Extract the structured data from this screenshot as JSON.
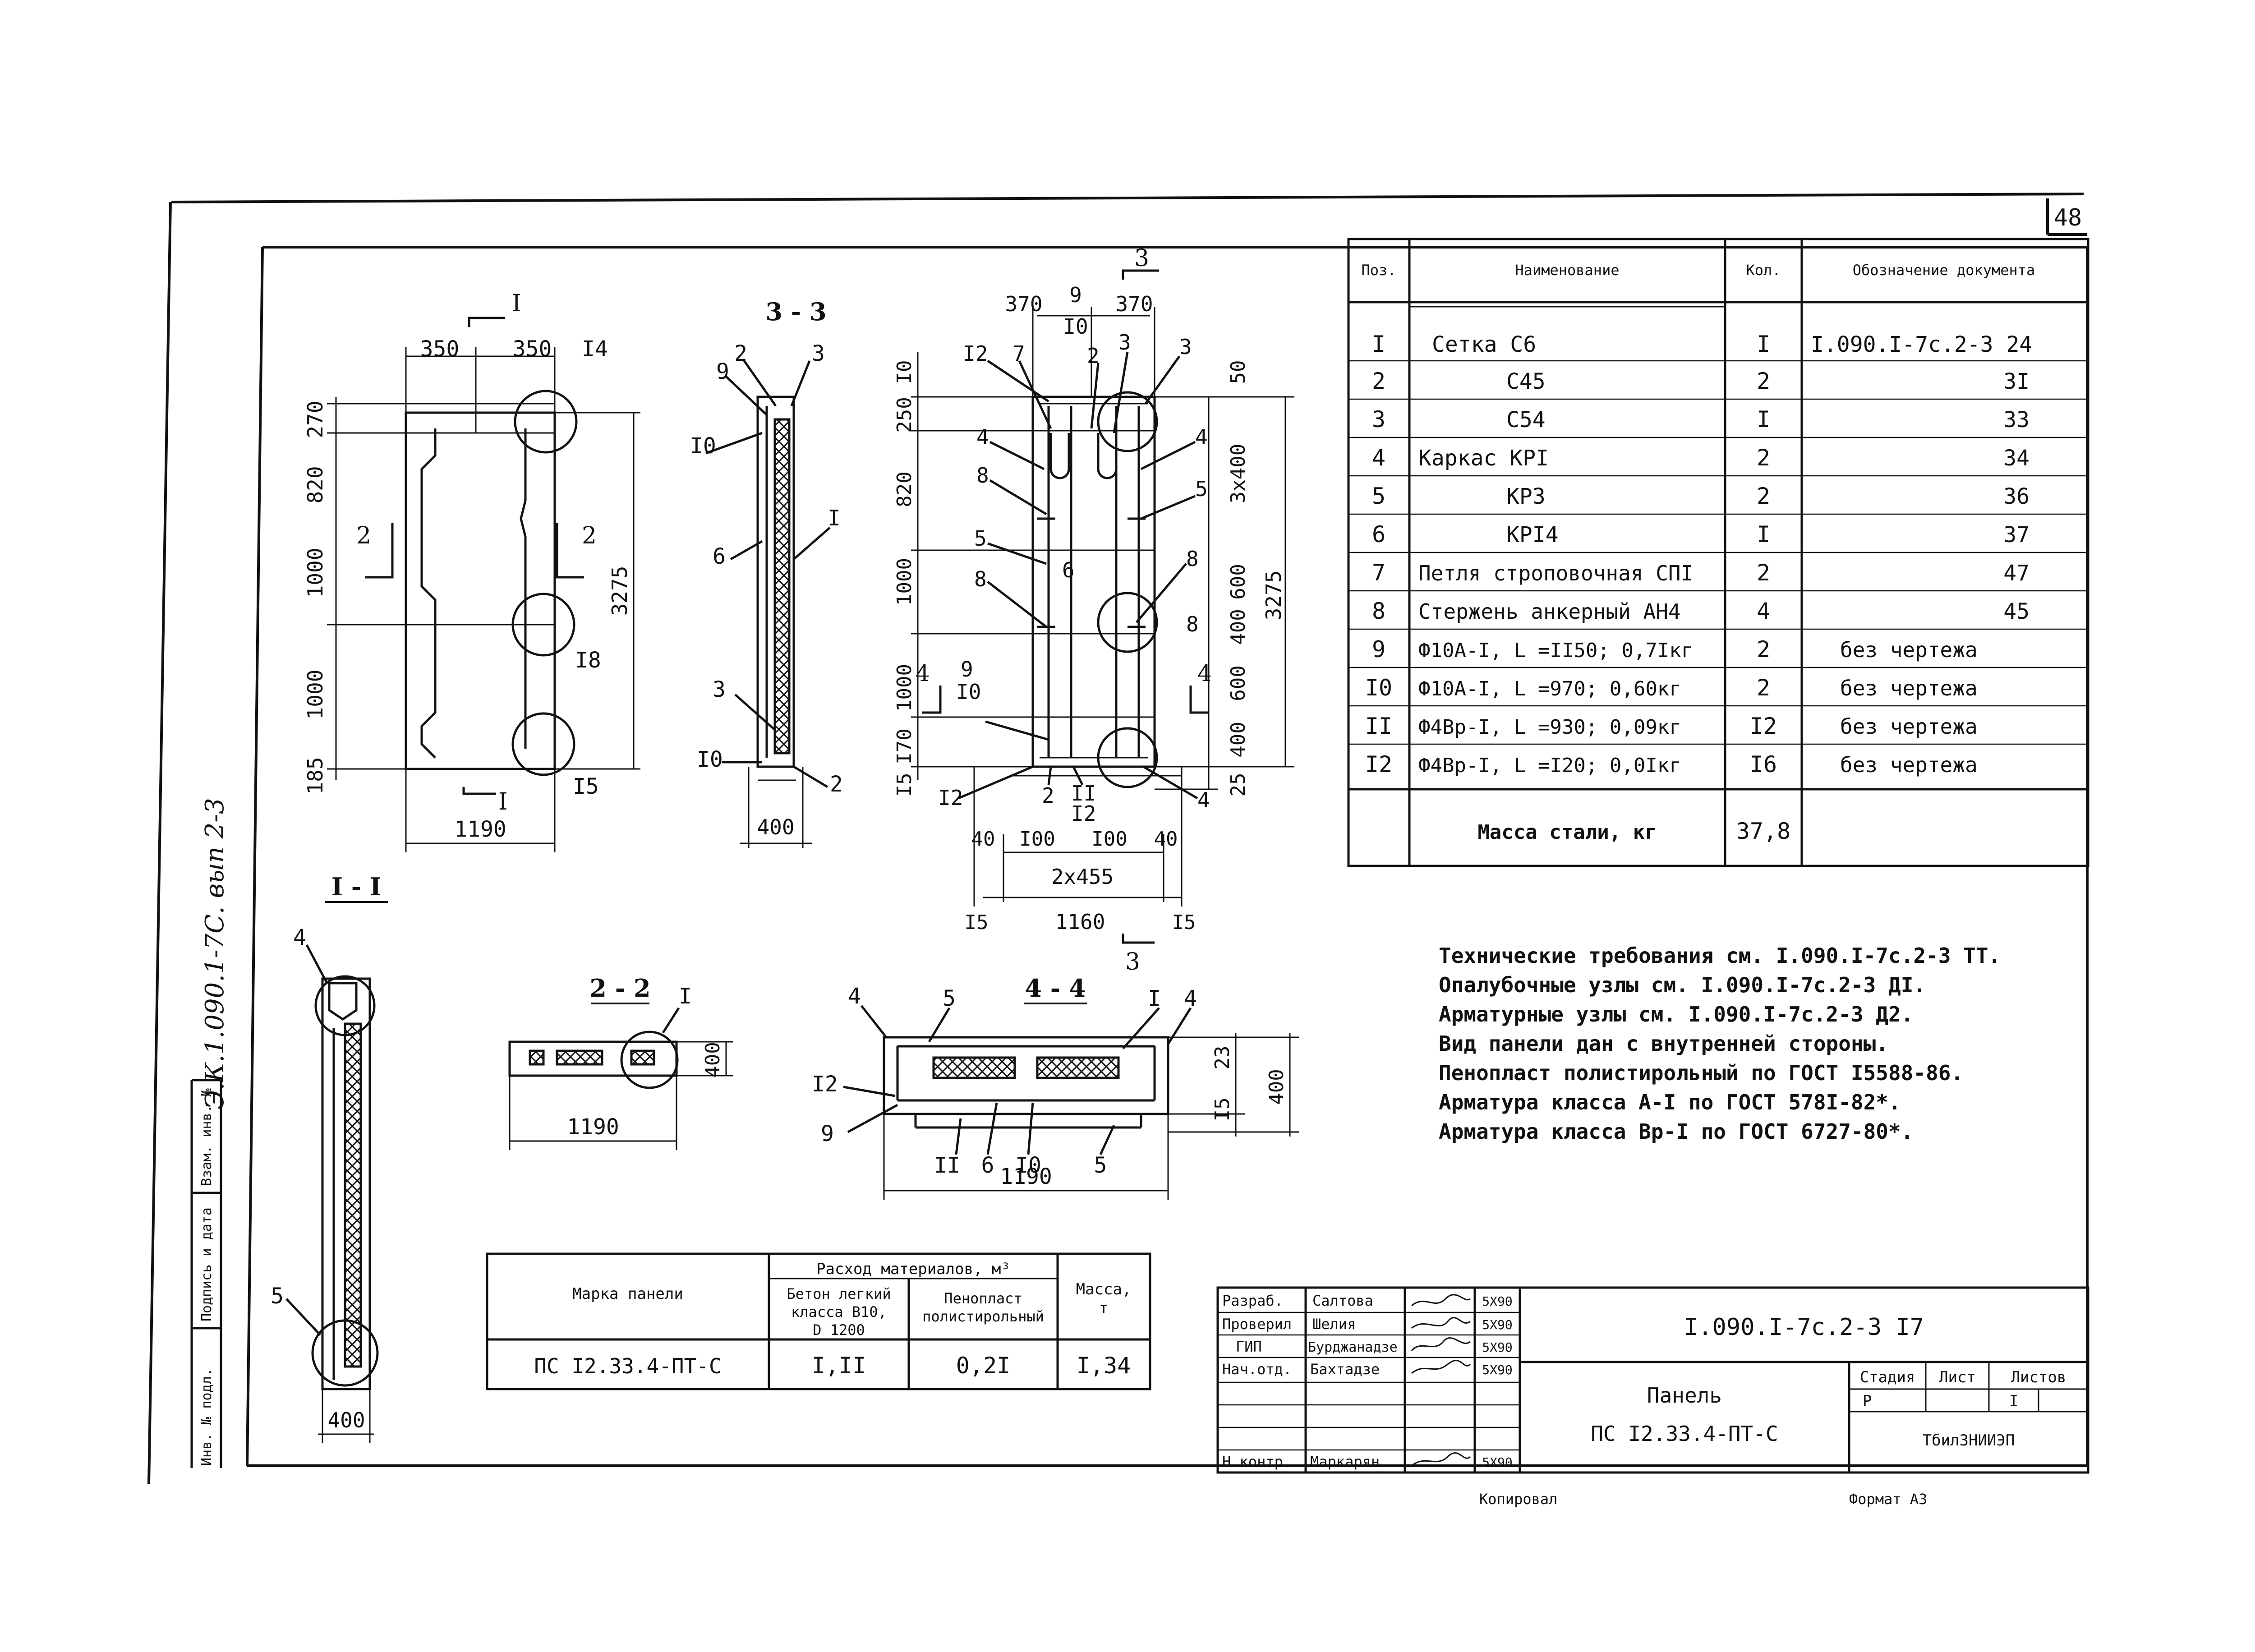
{
  "sheet_number": "48",
  "side_stamp": "Э.К.1.090.1-7С. вып 2-3",
  "side_columns": [
    "Инв. № подл.",
    "Подпись и дата",
    "Взам. инв. №"
  ],
  "views": {
    "elev": {
      "dims_top": [
        "350",
        "350"
      ],
      "dims_left": [
        "270",
        "820",
        "1000",
        "1000",
        "185"
      ],
      "dim_right": "3275",
      "dim_bottom": "1190",
      "cuts": [
        "I",
        "I",
        "2",
        "2"
      ],
      "callouts": [
        "I4",
        "I8",
        "I5"
      ]
    },
    "s33": {
      "title": "3 - 3",
      "marks": [
        "9",
        "2",
        "3",
        "I0",
        "6",
        "I",
        "3",
        "I0",
        "2"
      ],
      "dim": "400"
    },
    "main": {
      "cut": [
        "3",
        "3"
      ],
      "dims_top": [
        "370",
        "9",
        "370",
        "I0"
      ],
      "dims_left": [
        "I0",
        "250",
        "820",
        "1000",
        "1000",
        "I70",
        "I5"
      ],
      "dims_right": [
        "50",
        "3x400",
        "600",
        "400",
        "600",
        "400",
        "25"
      ],
      "dim_right_total": "3275",
      "cut4": [
        "4",
        "4"
      ],
      "dims_bottom": [
        "40",
        "I00",
        "I00",
        "40"
      ],
      "dim_inner": "2x455",
      "dims_bottom2": [
        "I5",
        "1160",
        "I5"
      ],
      "marks": [
        "I2",
        "7",
        "2",
        "3",
        "3",
        "4",
        "4",
        "8",
        "5",
        "5",
        "6",
        "8",
        "8",
        "8",
        "9",
        "I0",
        "I2",
        "2",
        "II",
        "I2",
        "4"
      ]
    },
    "s11": {
      "title": "I - I",
      "marks": [
        "4",
        "5"
      ],
      "dim": "400"
    },
    "s22": {
      "title": "2 - 2",
      "mark": "I",
      "dim_h": "400",
      "dim_w": "1190"
    },
    "s44": {
      "title": "4 - 4",
      "marks": [
        "4",
        "5",
        "I",
        "4",
        "I2",
        "9",
        "II",
        "6",
        "I0",
        "5"
      ],
      "dims_right": [
        "23",
        "I5",
        "400"
      ],
      "dim_w": "1190"
    }
  },
  "spec": {
    "headers": [
      "Поз.",
      "Наименование",
      "Кол.",
      "Обозначение документа"
    ],
    "rows": [
      [
        "I",
        "Сетка С6",
        "I",
        "I.090.I-7с.2-3 24"
      ],
      [
        "2",
        "С45",
        "2",
        "3I"
      ],
      [
        "3",
        "С54",
        "I",
        "33"
      ],
      [
        "4",
        "Каркас КРI",
        "2",
        "34"
      ],
      [
        "5",
        "КР3",
        "2",
        "36"
      ],
      [
        "6",
        "КРI4",
        "I",
        "37"
      ],
      [
        "7",
        "Петля строповочная СПI",
        "2",
        "47"
      ],
      [
        "8",
        "Стержень анкерный АН4",
        "4",
        "45"
      ],
      [
        "9",
        "Ф10А-I, L =II50; 0,7Iкг",
        "2",
        "без чертежа"
      ],
      [
        "I0",
        "Ф10А-I, L =970; 0,60кг",
        "2",
        "без чертежа"
      ],
      [
        "II",
        "Ф4Вр-I, L =930; 0,09кг",
        "I2",
        "без чертежа"
      ],
      [
        "I2",
        "Ф4Вр-I, L =I20; 0,0Iкг",
        "I6",
        "без чертежа"
      ]
    ],
    "mass_label": "Масса стали, кг",
    "mass_value": "37,8"
  },
  "notes": [
    "Технические требования см. I.090.I-7с.2-3 ТТ.",
    "Опалубочные узлы см. I.090.I-7с.2-3 ДI.",
    "Арматурные узлы см. I.090.I-7с.2-3 Д2.",
    "Вид панели дан с внутренней стороны.",
    "Пенопласт полистирольный по ГОСТ I5588-86.",
    "Арматура класса А-I по ГОСТ 578I-82*.",
    "Арматура класса Вр-I по ГОСТ 6727-80*."
  ],
  "materials": {
    "h_mark": "Марка панели",
    "h_group": "Расход материалов, м³",
    "h_concrete": [
      "Бетон легкий",
      "класса В10,",
      "D 1200"
    ],
    "h_foam": [
      "Пенопласт",
      "полистирольный"
    ],
    "h_mass": [
      "Масса,",
      "т"
    ],
    "row": [
      "ПС I2.33.4-ПТ-С",
      "I,II",
      "0,2I",
      "I,34"
    ]
  },
  "title_block": {
    "roles": [
      "Разраб.",
      "Проверил",
      "ГИП",
      "Нач.отд.",
      "Н.контр."
    ],
    "names": [
      "Салтова",
      "Шелия",
      "Бурджанадзе",
      "Бахтадзе",
      "Маркарян"
    ],
    "dates": [
      "5X90",
      "5X90",
      "5X90",
      "5X90",
      "5X90"
    ],
    "doc_code": "I.090.I-7с.2-3 I7",
    "title": [
      "Панель",
      "ПС I2.33.4-ПТ-С"
    ],
    "stage_headers": [
      "Стадия",
      "Лист",
      "Листов"
    ],
    "stage": "Р",
    "sheets": "I",
    "org": "ТбилЗНИИЭП"
  },
  "footer": {
    "copied": "Копировал",
    "format": "Формат А3"
  }
}
